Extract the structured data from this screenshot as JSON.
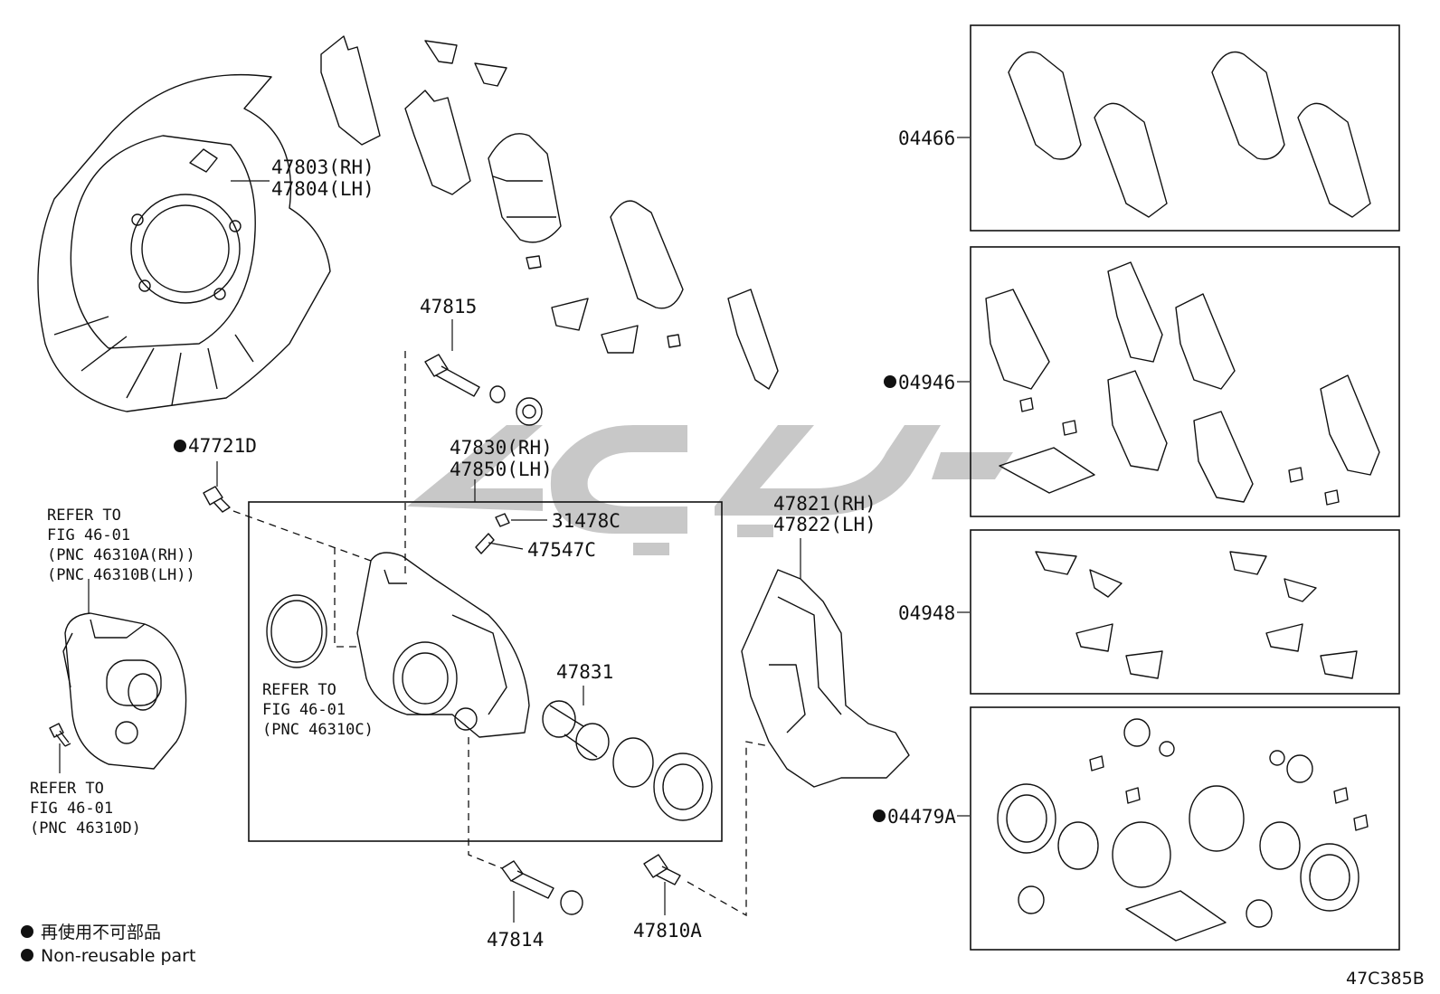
{
  "callouts": {
    "shield": [
      "47803(RH)",
      "47804(LH)"
    ],
    "pin_upper": "47815",
    "bolt_nonreusable": "47721D",
    "caliper": [
      "47830(RH)",
      "47850(LH)"
    ],
    "bleeder_cap": "31478C",
    "bleeder_plug": "47547C",
    "piston": "47831",
    "mounting": [
      "47821(RH)",
      "47822(LH)"
    ],
    "pin_lower": "47814",
    "bolt_lower": "47810A",
    "kit_pads": "04466",
    "kit_shims": "04946",
    "kit_springs": "04948",
    "kit_cylinder": "04479A"
  },
  "refer_caliper_left": [
    "REFER TO",
    "FIG 46-01",
    "(PNC 46310A(RH))",
    "(PNC 46310B(LH))"
  ],
  "refer_seal": [
    "REFER TO",
    "FIG 46-01",
    "(PNC 46310C)"
  ],
  "refer_bleeder": [
    "REFER TO",
    "FIG 46-01",
    "(PNC 46310D)"
  ],
  "legend": {
    "line1": "再使用不可部品",
    "line2": "Non-reusable part"
  },
  "figure_code": "47C385B",
  "colors": {
    "ink": "#111111",
    "watermark": "#9a9a9a"
  }
}
